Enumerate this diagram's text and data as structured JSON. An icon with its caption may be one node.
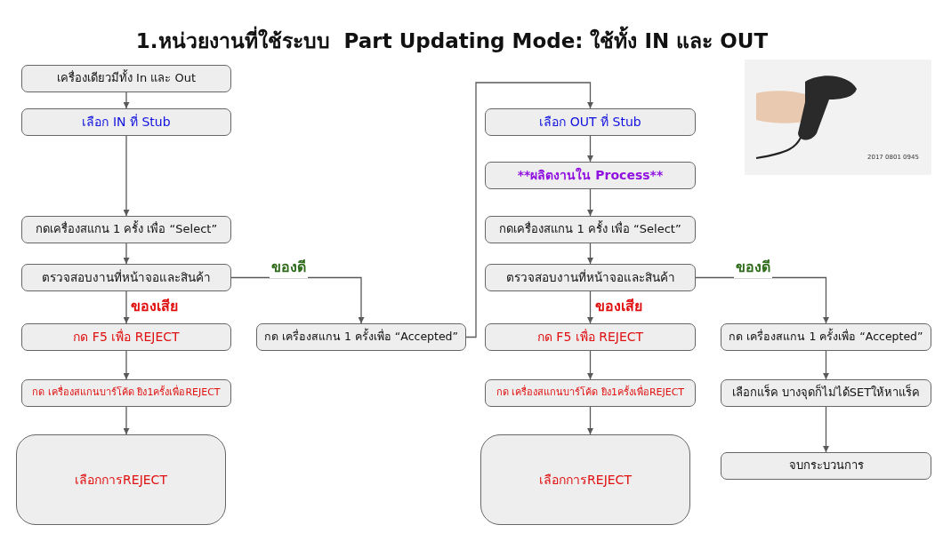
{
  "diagram": {
    "title": "1.หน่วยงานที่ใช้ระบบ  Part Updating Mode: ใช้ทั้ง IN และ OUT",
    "nodes": [
      {
        "text": [
          "เครื่องเดียวมีทั้ง In และ Out"
        ]
      },
      {
        "text": [
          "เลือก IN ที่ Stub"
        ]
      },
      {
        "text": [
          "กดเครื่องสแกน 1 ครั้ง เพื่อ “Select”"
        ]
      },
      {
        "text": [
          "ตรวจสอบงานที่หน้าจอและสินค้า"
        ]
      },
      {
        "text": [
          "กด F5 เพื่อ REJECT"
        ]
      },
      {
        "text": [
          "กด เครื่องสแกนบาร์โค้ด ยิง1ครั้งเพื่อREJECT"
        ]
      },
      {
        "text": [
          "เลือกการREJECT"
        ]
      },
      {
        "text": [
          "กด เครื่องสแกน 1 ครั้งเพื่อ “Accepted”"
        ]
      },
      {
        "text": [
          "เลือก OUT ที่ Stub"
        ]
      },
      {
        "text": [
          "**ผลิตงานใน Process**"
        ]
      },
      {
        "text": [
          "กดเครื่องสแกน 1 ครั้ง เพื่อ “Select”"
        ]
      },
      {
        "text": [
          "ตรวจสอบงานที่หน้าจอและสินค้า"
        ]
      },
      {
        "text": [
          "กด F5 เพื่อ REJECT"
        ]
      },
      {
        "text": [
          "กด เครื่องสแกนบาร์โค้ด ยิง1ครั้งเพื่อREJECT"
        ]
      },
      {
        "text": [
          "เลือกการREJECT"
        ]
      },
      {
        "text": [
          "กด เครื่องสแกน 1 ครั้งเพื่อ “Accepted”"
        ]
      },
      {
        "text": [
          "เลือกแร็ค บางจุดก็ไม่ได้SETให้หาแร็ค"
        ]
      },
      {
        "text": [
          "จบกระบวนการ"
        ]
      }
    ],
    "edges": [
      {
        "from": 0,
        "to": 1,
        "arrow": "to"
      },
      {
        "from": 1,
        "to": 2,
        "arrow": "to"
      },
      {
        "from": 2,
        "to": 3,
        "arrow": "to"
      },
      {
        "from": 3,
        "to": 4,
        "arrow": "to",
        "label": "ของเสีย"
      },
      {
        "from": 3,
        "to": 7,
        "arrow": "to",
        "label": "ของดี"
      },
      {
        "from": 4,
        "to": 5,
        "arrow": "to"
      },
      {
        "from": 5,
        "to": 6,
        "arrow": "to"
      },
      {
        "from": 7,
        "to": 8,
        "arrow": "to"
      },
      {
        "from": 8,
        "to": 9,
        "arrow": "to"
      },
      {
        "from": 9,
        "to": 10,
        "arrow": "to"
      },
      {
        "from": 10,
        "to": 11,
        "arrow": "to"
      },
      {
        "from": 11,
        "to": 12,
        "arrow": "to",
        "label": "ของเสีย"
      },
      {
        "from": 11,
        "to": 15,
        "arrow": "to",
        "label": "ของดี"
      },
      {
        "from": 12,
        "to": 13,
        "arrow": "to"
      },
      {
        "from": 13,
        "to": 14,
        "arrow": "to"
      },
      {
        "from": 15,
        "to": 16,
        "arrow": "to"
      },
      {
        "from": 16,
        "to": 17,
        "arrow": "to"
      }
    ],
    "labels": [
      "2017 0801 0945"
    ]
  }
}
